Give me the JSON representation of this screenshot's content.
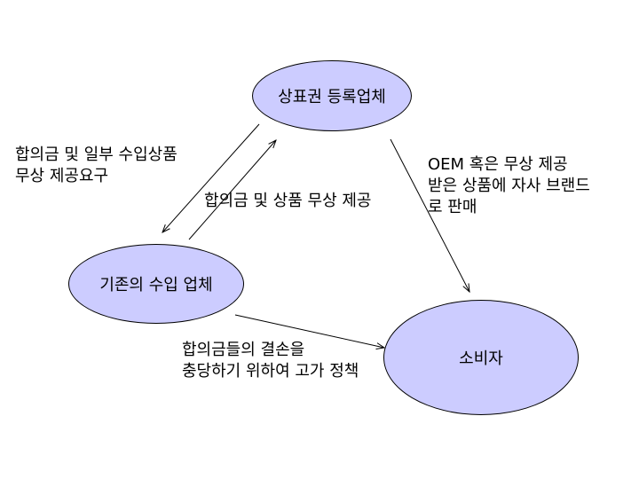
{
  "nodes": {
    "trademark_owner": "상표권 등록업체",
    "existing_importer": "기존의 수입 업체",
    "consumer": "소비자"
  },
  "labels": {
    "demand_line1": "합의금 및 일부 수입상품",
    "demand_line2": "무상 제공요구",
    "free_supply": "합의금 및 상품 무상 제공",
    "oem_line1": "OEM 혹은 무상 제공",
    "oem_line2": "받은 상품에 자사 브랜드",
    "oem_line3": "로 판매",
    "price_line1": "합의금들의 결손을",
    "price_line2": "충당하기 위하여 고가 정책"
  },
  "colors": {
    "node_fill": "#ccccff",
    "stroke": "#000000",
    "background": "#ffffff"
  }
}
